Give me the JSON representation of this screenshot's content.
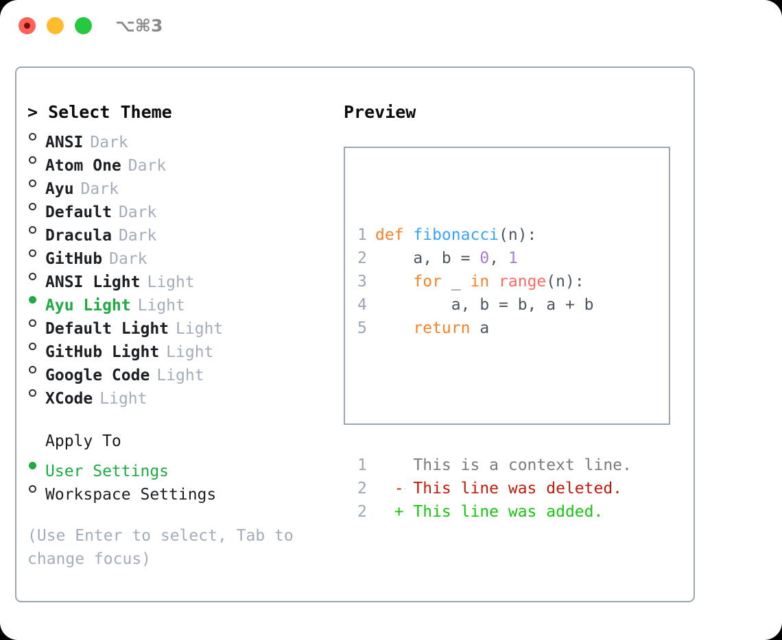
{
  "titlebar": {
    "shortcut": "⌥⌘3",
    "lights": [
      "close-red",
      "minimize-yellow",
      "maximize-green"
    ]
  },
  "left": {
    "header": "> Select Theme",
    "themes": [
      {
        "name": "ANSI",
        "variant": "Dark",
        "selected": false
      },
      {
        "name": "Atom One",
        "variant": "Dark",
        "selected": false
      },
      {
        "name": "Ayu",
        "variant": "Dark",
        "selected": false
      },
      {
        "name": "Default",
        "variant": "Dark",
        "selected": false
      },
      {
        "name": "Dracula",
        "variant": "Dark",
        "selected": false
      },
      {
        "name": "GitHub",
        "variant": "Dark",
        "selected": false
      },
      {
        "name": "ANSI Light",
        "variant": "Light",
        "selected": false
      },
      {
        "name": "Ayu Light",
        "variant": "Light",
        "selected": true
      },
      {
        "name": "Default Light",
        "variant": "Light",
        "selected": false
      },
      {
        "name": "GitHub Light",
        "variant": "Light",
        "selected": false
      },
      {
        "name": "Google Code",
        "variant": "Light",
        "selected": false
      },
      {
        "name": "XCode",
        "variant": "Light",
        "selected": false
      }
    ],
    "apply_to": {
      "header": "Apply To",
      "options": [
        {
          "name": "User Settings",
          "selected": true
        },
        {
          "name": "Workspace Settings",
          "selected": false
        }
      ]
    },
    "hint": "(Use Enter to select, Tab to change focus)"
  },
  "right": {
    "title": "Preview",
    "code_lines": [
      {
        "no": "1",
        "tokens": [
          {
            "t": "def ",
            "c": "kw"
          },
          {
            "t": "fibonacci",
            "c": "fn"
          },
          {
            "t": "(n):",
            "c": "pl"
          }
        ]
      },
      {
        "no": "2",
        "tokens": [
          {
            "t": "    a, b = ",
            "c": "pl"
          },
          {
            "t": "0",
            "c": "num"
          },
          {
            "t": ", ",
            "c": "pl"
          },
          {
            "t": "1",
            "c": "num"
          }
        ]
      },
      {
        "no": "3",
        "tokens": [
          {
            "t": "    ",
            "c": "pl"
          },
          {
            "t": "for",
            "c": "kw"
          },
          {
            "t": " _ ",
            "c": "pl"
          },
          {
            "t": "in",
            "c": "kw"
          },
          {
            "t": " ",
            "c": "pl"
          },
          {
            "t": "range",
            "c": "bi"
          },
          {
            "t": "(n):",
            "c": "pl"
          }
        ]
      },
      {
        "no": "4",
        "tokens": [
          {
            "t": "        a, b = b, a + b",
            "c": "pl"
          }
        ]
      },
      {
        "no": "5",
        "tokens": [
          {
            "t": "    ",
            "c": "pl"
          },
          {
            "t": "return",
            "c": "kw"
          },
          {
            "t": " a",
            "c": "pl"
          }
        ]
      }
    ],
    "diff_lines": [
      {
        "no": "1",
        "marker": " ",
        "text": "This is a context line.",
        "kind": "ctx"
      },
      {
        "no": "2",
        "marker": "-",
        "text": "This line was deleted.",
        "kind": "del"
      },
      {
        "no": "2",
        "marker": "+",
        "text": "This line was added.",
        "kind": "add"
      }
    ]
  },
  "colors": {
    "selected_green": "#1faa43",
    "muted": "#a3acba",
    "border": "#9aa5b4",
    "keyword": "#f98128",
    "function": "#36a3f7",
    "number": "#a77bd6",
    "builtin": "#fa6a63",
    "diff_added": "#17c50f",
    "diff_deleted": "#c21a08"
  }
}
